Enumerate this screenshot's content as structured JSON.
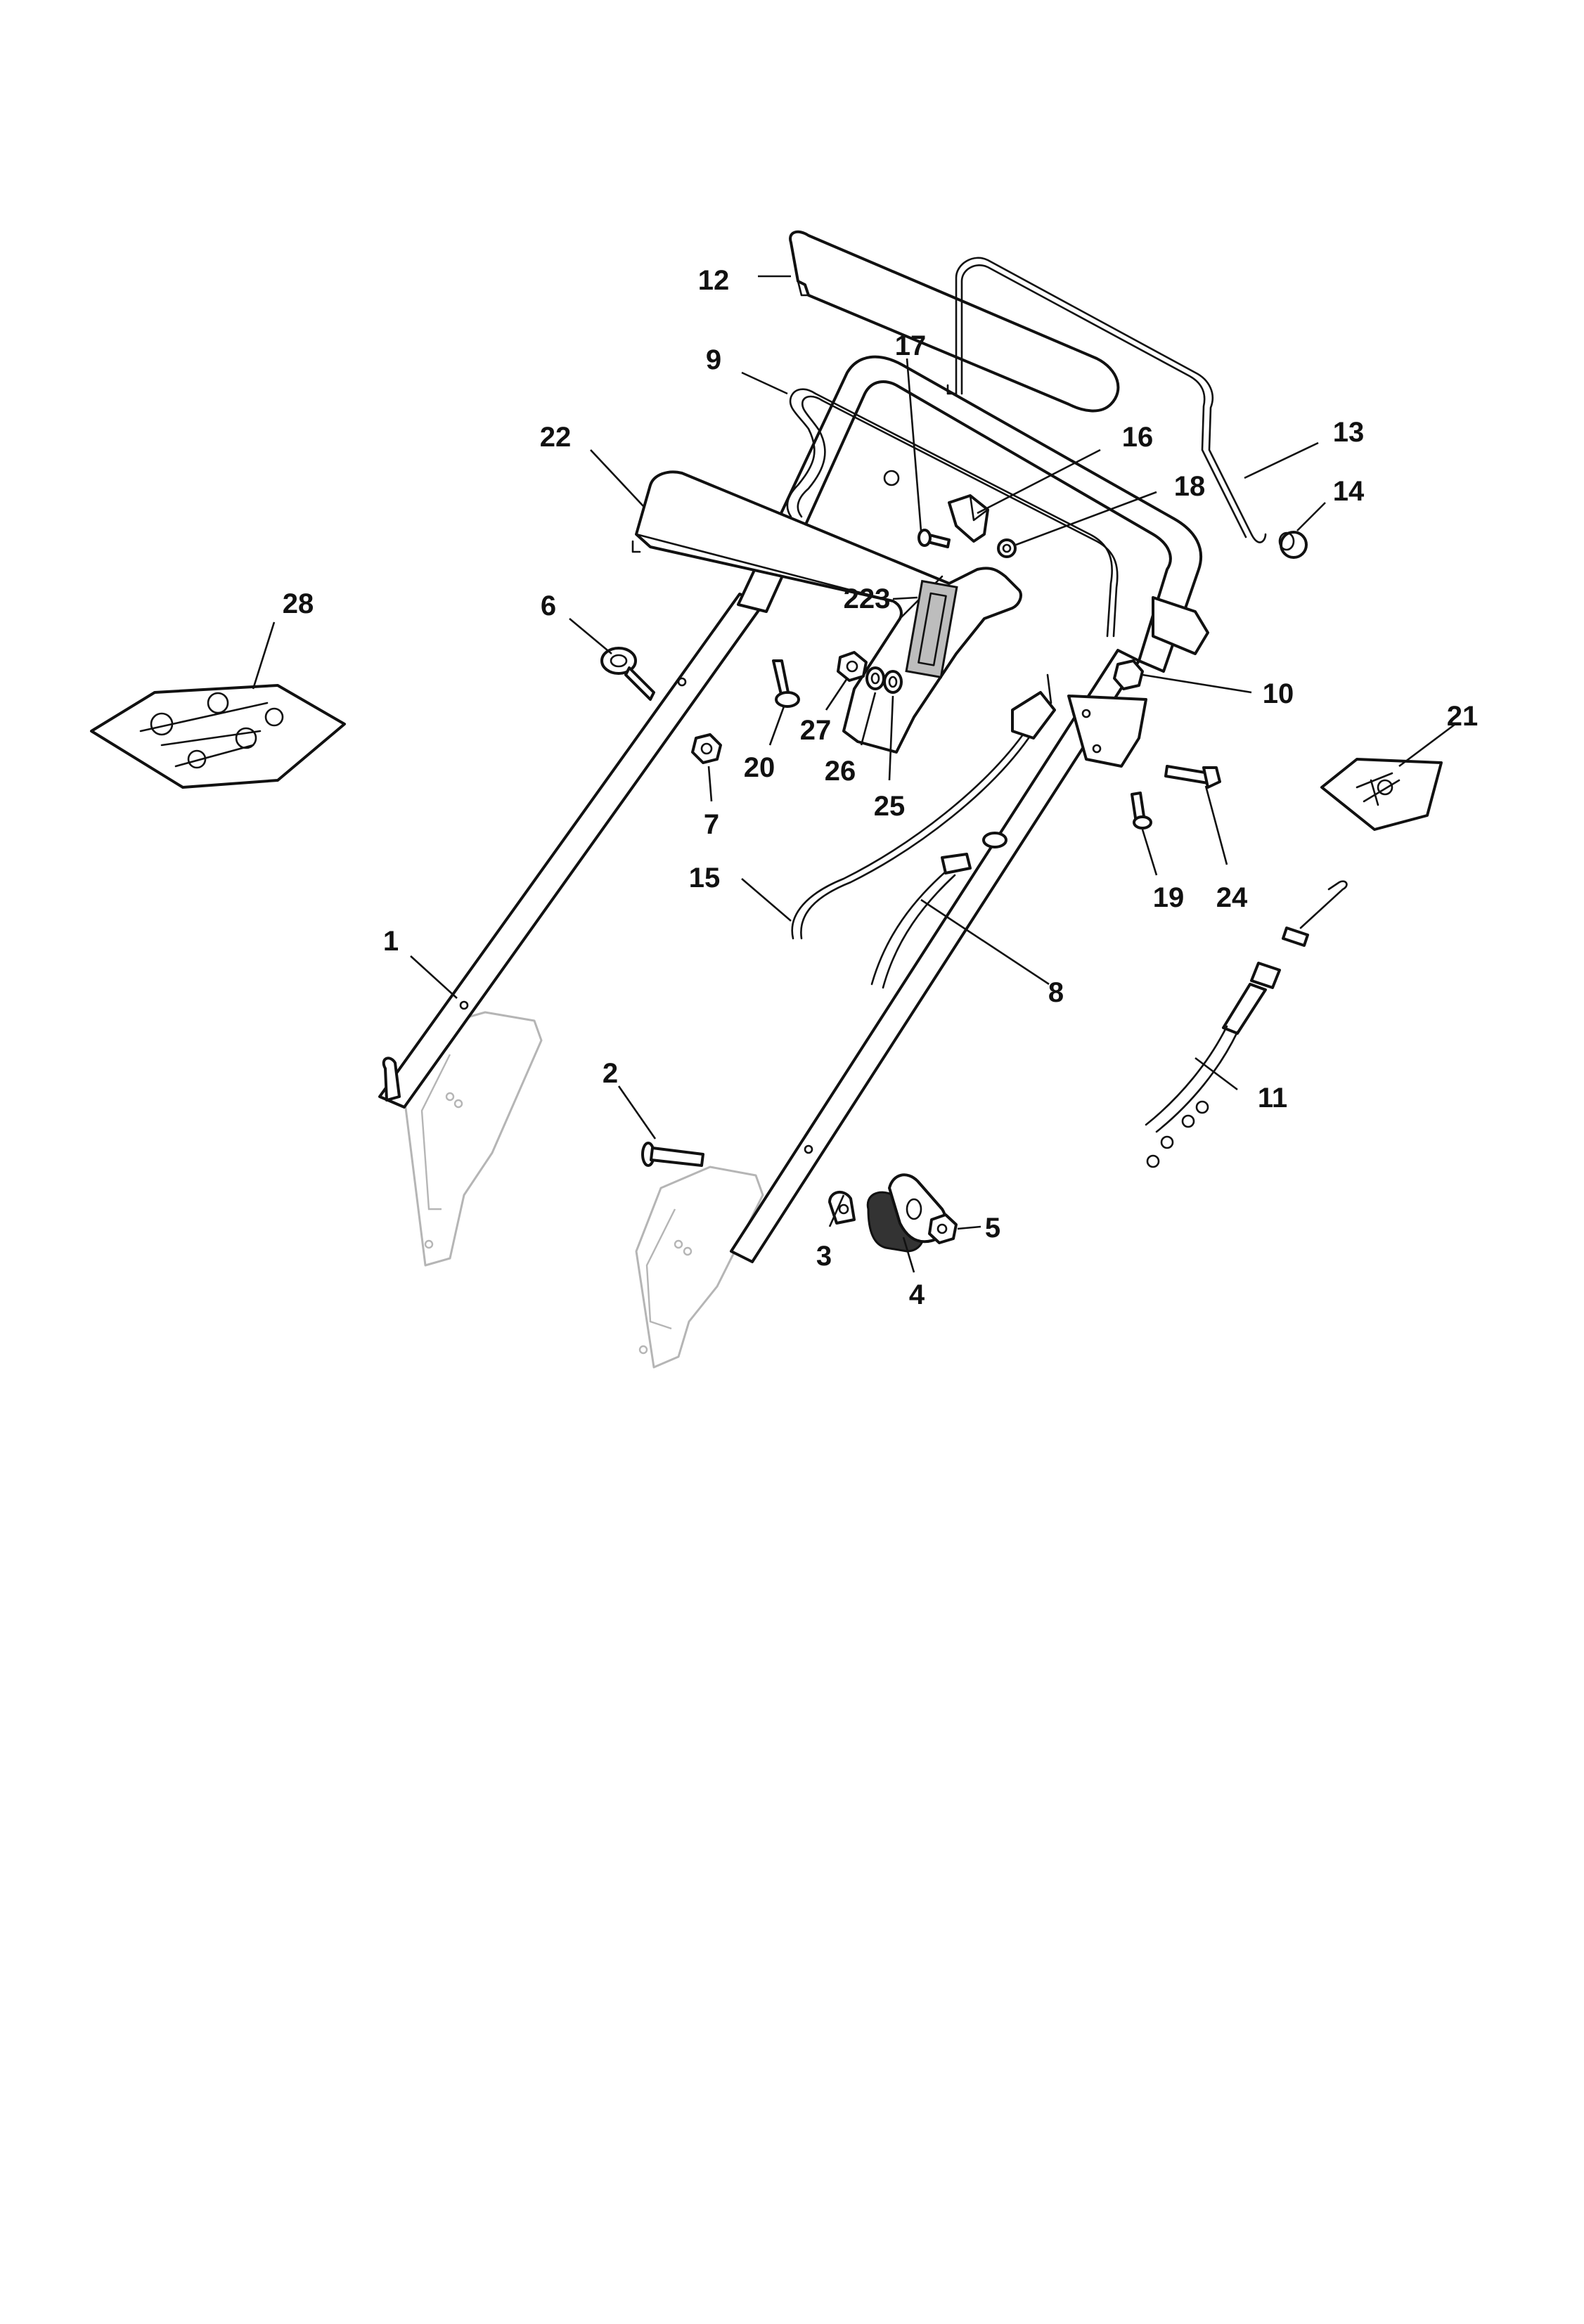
{
  "callouts": [
    {
      "id": "c1",
      "text": "1"
    },
    {
      "id": "c2",
      "text": "2"
    },
    {
      "id": "c3",
      "text": "3"
    },
    {
      "id": "c4",
      "text": "4"
    },
    {
      "id": "c5",
      "text": "5"
    },
    {
      "id": "c6",
      "text": "6"
    },
    {
      "id": "c7",
      "text": "7"
    },
    {
      "id": "c8",
      "text": "8"
    },
    {
      "id": "c9",
      "text": "9"
    },
    {
      "id": "c10",
      "text": "10"
    },
    {
      "id": "c11",
      "text": "11"
    },
    {
      "id": "c12",
      "text": "12"
    },
    {
      "id": "c13",
      "text": "13"
    },
    {
      "id": "c14",
      "text": "14"
    },
    {
      "id": "c15",
      "text": "15"
    },
    {
      "id": "c16",
      "text": "16"
    },
    {
      "id": "c17",
      "text": "17"
    },
    {
      "id": "c18",
      "text": "18"
    },
    {
      "id": "c19",
      "text": "19"
    },
    {
      "id": "c20",
      "text": "20"
    },
    {
      "id": "c21",
      "text": "21"
    },
    {
      "id": "c22",
      "text": "22"
    },
    {
      "id": "c223",
      "text": "223"
    },
    {
      "id": "c24",
      "text": "24"
    },
    {
      "id": "c25",
      "text": "25"
    },
    {
      "id": "c26",
      "text": "26"
    },
    {
      "id": "c27",
      "text": "27"
    },
    {
      "id": "c28",
      "text": "28"
    }
  ]
}
